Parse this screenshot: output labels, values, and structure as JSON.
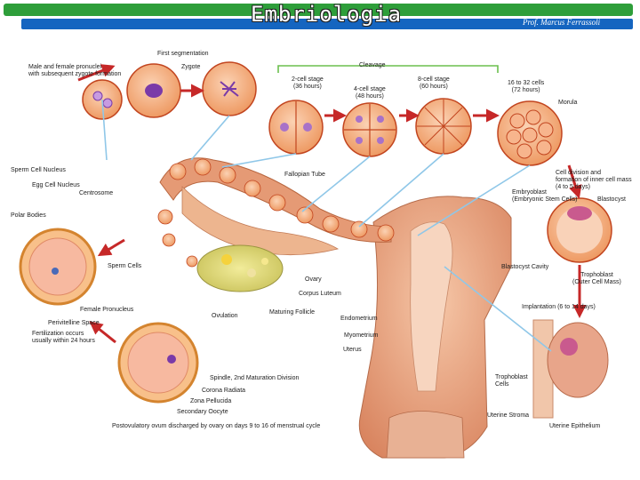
{
  "header": {
    "title": "Embriologia",
    "author": "Prof. Marcus Ferrassoli"
  },
  "labels": {
    "first_segmentation": "First segmentation",
    "zygote": "Zygote",
    "pronuclei": "Male and female pronuclei\nwith subsequent zygote formation",
    "cleavage": "Cleavage",
    "two_cell": "2-cell stage\n(36 hours)",
    "four_cell": "4-cell stage\n(48 hours)",
    "eight_cell": "8-cell stage\n(60 hours)",
    "sixteen_cell": "16 to 32 cells\n(72 hours)",
    "morula": "Morula",
    "sperm_nucleus": "Sperm Cell Nucleus",
    "egg_nucleus": "Egg Cell Nucleus",
    "centrosome": "Centrosome",
    "fallopian_tube": "Fallopian Tube",
    "inner_mass": "Cell division and\nformation of inner cell mass\n(4 to 5 days)",
    "embryoblast": "Embryoblast\n(Embryonic Stem Cells)",
    "blastocyst": "Blastocyst",
    "polar_bodies": "Polar Bodies",
    "sperm_cells": "Sperm Cells",
    "ovary": "Ovary",
    "corpus_luteum": "Corpus Luteum",
    "blastocyst_cavity": "Blastocyst Cavity",
    "trophoblast": "Trophoblast\n(Outer Cell Mass)",
    "female_pronucleus": "Female Pronucleus",
    "perivitelline": "Perivitelline Space",
    "fertilization": "Fertilization occurs\nusually within 24 hours",
    "ovulation": "Ovulation",
    "maturing_follicle": "Maturing Follicle",
    "endometrium": "Endometrium",
    "myometrium": "Myometrium",
    "uterus": "Uterus",
    "implantation": "Implantation (6 to 14 days)",
    "spindle": "Spindle, 2nd Maturation Division",
    "corona_radiata": "Corona Radiata",
    "zona_pellucida": "Zona Pellucida",
    "secondary_oocyte": "Secondary Oocyte",
    "trophoblast_cells": "Trophoblast\nCells",
    "uterine_stroma": "Uterine Stroma",
    "uterine_epithelium": "Uterine Epithelium",
    "postovulatory": "Postovulatory ovum discharged by ovary on days 9 to 16 of menstrual cycle"
  },
  "colors": {
    "cell_fill": "#f4a777",
    "cell_edge": "#c2451f",
    "nucleus": "#7a3aa8",
    "tissue": "#e9a27c",
    "arrow": "#c62828",
    "leader": "#8fc7e8"
  }
}
